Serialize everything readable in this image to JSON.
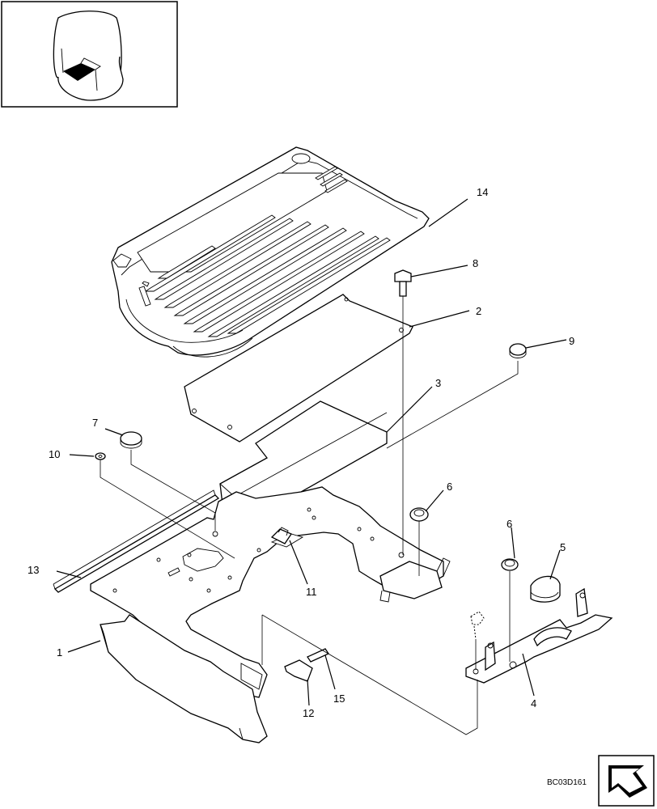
{
  "diagram": {
    "reference_code": "BC03D161",
    "callouts": [
      {
        "id": "c1",
        "label": "1"
      },
      {
        "id": "c2",
        "label": "2"
      },
      {
        "id": "c3",
        "label": "3"
      },
      {
        "id": "c4",
        "label": "4"
      },
      {
        "id": "c5",
        "label": "5"
      },
      {
        "id": "c6a",
        "label": "6"
      },
      {
        "id": "c6b",
        "label": "6"
      },
      {
        "id": "c7",
        "label": "7"
      },
      {
        "id": "c8",
        "label": "8"
      },
      {
        "id": "c9",
        "label": "9"
      },
      {
        "id": "c10",
        "label": "10"
      },
      {
        "id": "c11",
        "label": "11"
      },
      {
        "id": "c12",
        "label": "12"
      },
      {
        "id": "c13",
        "label": "13"
      },
      {
        "id": "c14",
        "label": "14"
      },
      {
        "id": "c15",
        "label": "15"
      }
    ],
    "icons": {
      "machine_thumbnail": "cab-location-icon",
      "navigation": "next-page-arrow-icon"
    }
  }
}
